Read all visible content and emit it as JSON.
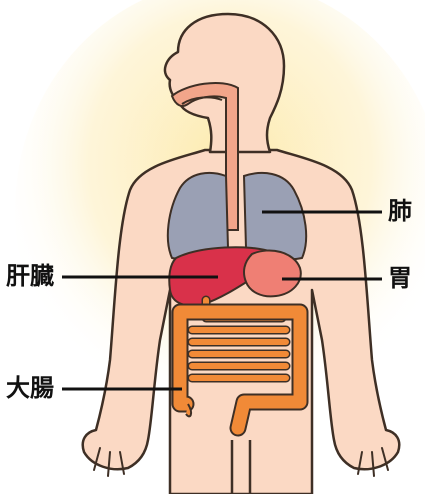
{
  "labels": {
    "lung": "肺",
    "stomach": "胃",
    "liver": "肝臓",
    "large_intestine": "大腸"
  },
  "colors": {
    "glow": "#fde9a8",
    "skin": "#fbd9c4",
    "outline": "#3e2f25",
    "lung": "#9aa0b4",
    "trachea": "#f2a58a",
    "liver": "#d9314a",
    "stomach": "#ef7f74",
    "intestine": "#f18a37",
    "leader_line": "#111111"
  }
}
